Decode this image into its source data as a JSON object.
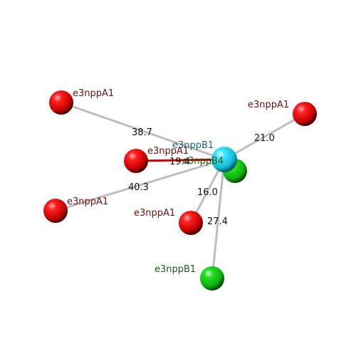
{
  "colors": {
    "red_atom": "#e00000",
    "green_atom": "#16c616",
    "cyan_atom": "#1ed6ee",
    "red_label": "#6b1010",
    "green_label": "#1b5a1b",
    "cyan_label": "#1f6a78",
    "bond": "#bdbdbd",
    "highlight_bond": "#cc0000"
  },
  "atoms": [
    {
      "id": "a_center",
      "label": "e3nppB1",
      "color": "cyan"
    },
    {
      "id": "a_green_near",
      "label": "e3nppB4",
      "color": "green"
    },
    {
      "id": "a_top_left",
      "label": "e3nppA1",
      "color": "red"
    },
    {
      "id": "a_top_right",
      "label": "e3nppA1",
      "color": "red"
    },
    {
      "id": "a_mid_left",
      "label": "e3nppA1",
      "color": "red"
    },
    {
      "id": "a_lower_left",
      "label": "e3nppA1",
      "color": "red"
    },
    {
      "id": "a_lower_mid",
      "label": "e3nppA1",
      "color": "red"
    },
    {
      "id": "a_bottom_green",
      "label": "e3nppB1",
      "color": "green"
    }
  ],
  "distances": [
    {
      "from": "a_center",
      "to": "a_top_left",
      "label": "38.7"
    },
    {
      "from": "a_center",
      "to": "a_top_right",
      "label": "21.0"
    },
    {
      "from": "a_center",
      "to": "a_mid_left",
      "label": "19.4"
    },
    {
      "from": "a_center",
      "to": "a_lower_left",
      "label": "40.3"
    },
    {
      "from": "a_center",
      "to": "a_lower_mid",
      "label": "16.0"
    },
    {
      "from": "a_center",
      "to": "a_bottom_green",
      "label": "27.4"
    }
  ]
}
